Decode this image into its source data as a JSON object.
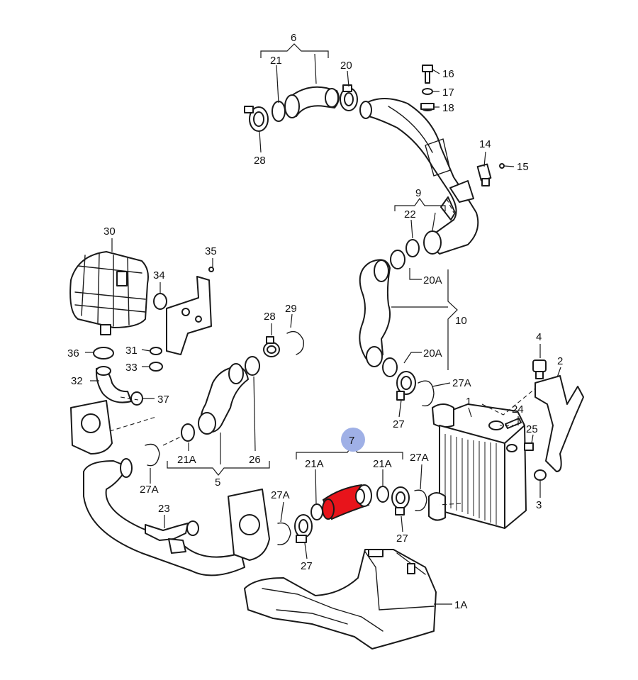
{
  "colors": {
    "highlight_part": "#e8141b",
    "badge": "#9fb0e6",
    "line": "#1a1a1a"
  },
  "labels": {
    "p6": "6",
    "p21_top": "21",
    "p20_top": "20",
    "p16": "16",
    "p17": "17",
    "p18": "18",
    "p28_top": "28",
    "p14": "14",
    "p15": "15",
    "p9": "9",
    "p22": "22",
    "p20A_a": "20A",
    "p10": "10",
    "p20A_b": "20A",
    "p30": "30",
    "p35": "35",
    "p34": "34",
    "p36": "36",
    "p31": "31",
    "p33": "33",
    "p32": "32",
    "p37": "37",
    "p28_mid": "28",
    "p29": "29",
    "p27A_right": "27A",
    "p4": "4",
    "p2": "2",
    "p1": "1",
    "p24": "24",
    "p27_mid": "27",
    "p25": "25",
    "p7": "7",
    "p21A_left": "21A",
    "p26": "26",
    "p5": "5",
    "p21A_mid": "21A",
    "p21A_right": "21A",
    "p27A_mid": "27A",
    "p3": "3",
    "p27A_left": "27A",
    "p23": "23",
    "p27A_low": "27A",
    "p27_low": "27",
    "p27_lowright": "27",
    "p1A": "1A"
  }
}
